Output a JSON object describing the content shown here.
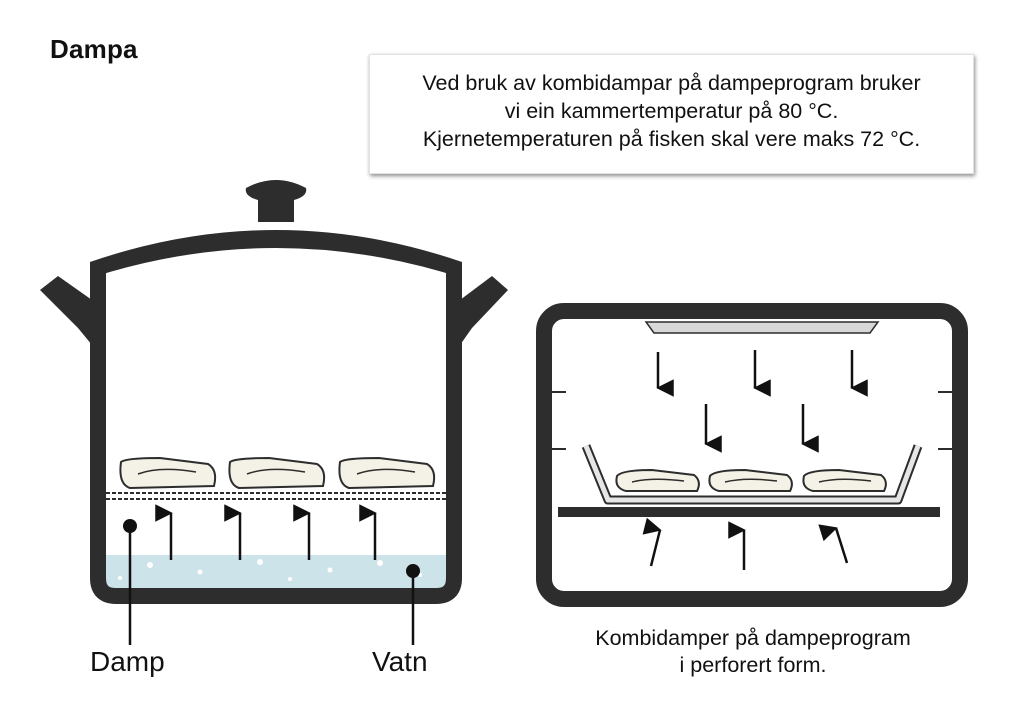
{
  "title": "Dampa",
  "info_box": {
    "lines": [
      "Ved bruk av kombidampar på dampeprogram bruker",
      "vi ein kammertemperatur på 80 °C.",
      "Kjernetemperaturen på fisken skal vere maks 72 °C."
    ]
  },
  "pot": {
    "labels": {
      "steam": "Damp",
      "water": "Vatn"
    }
  },
  "combi_steamer": {
    "caption_lines": [
      "Kombidamper på dampeprogram",
      "i perforert form."
    ]
  },
  "colors": {
    "outline": "#2d2d2d",
    "water": "#cde3ea",
    "fish": "#f4f2e6"
  }
}
